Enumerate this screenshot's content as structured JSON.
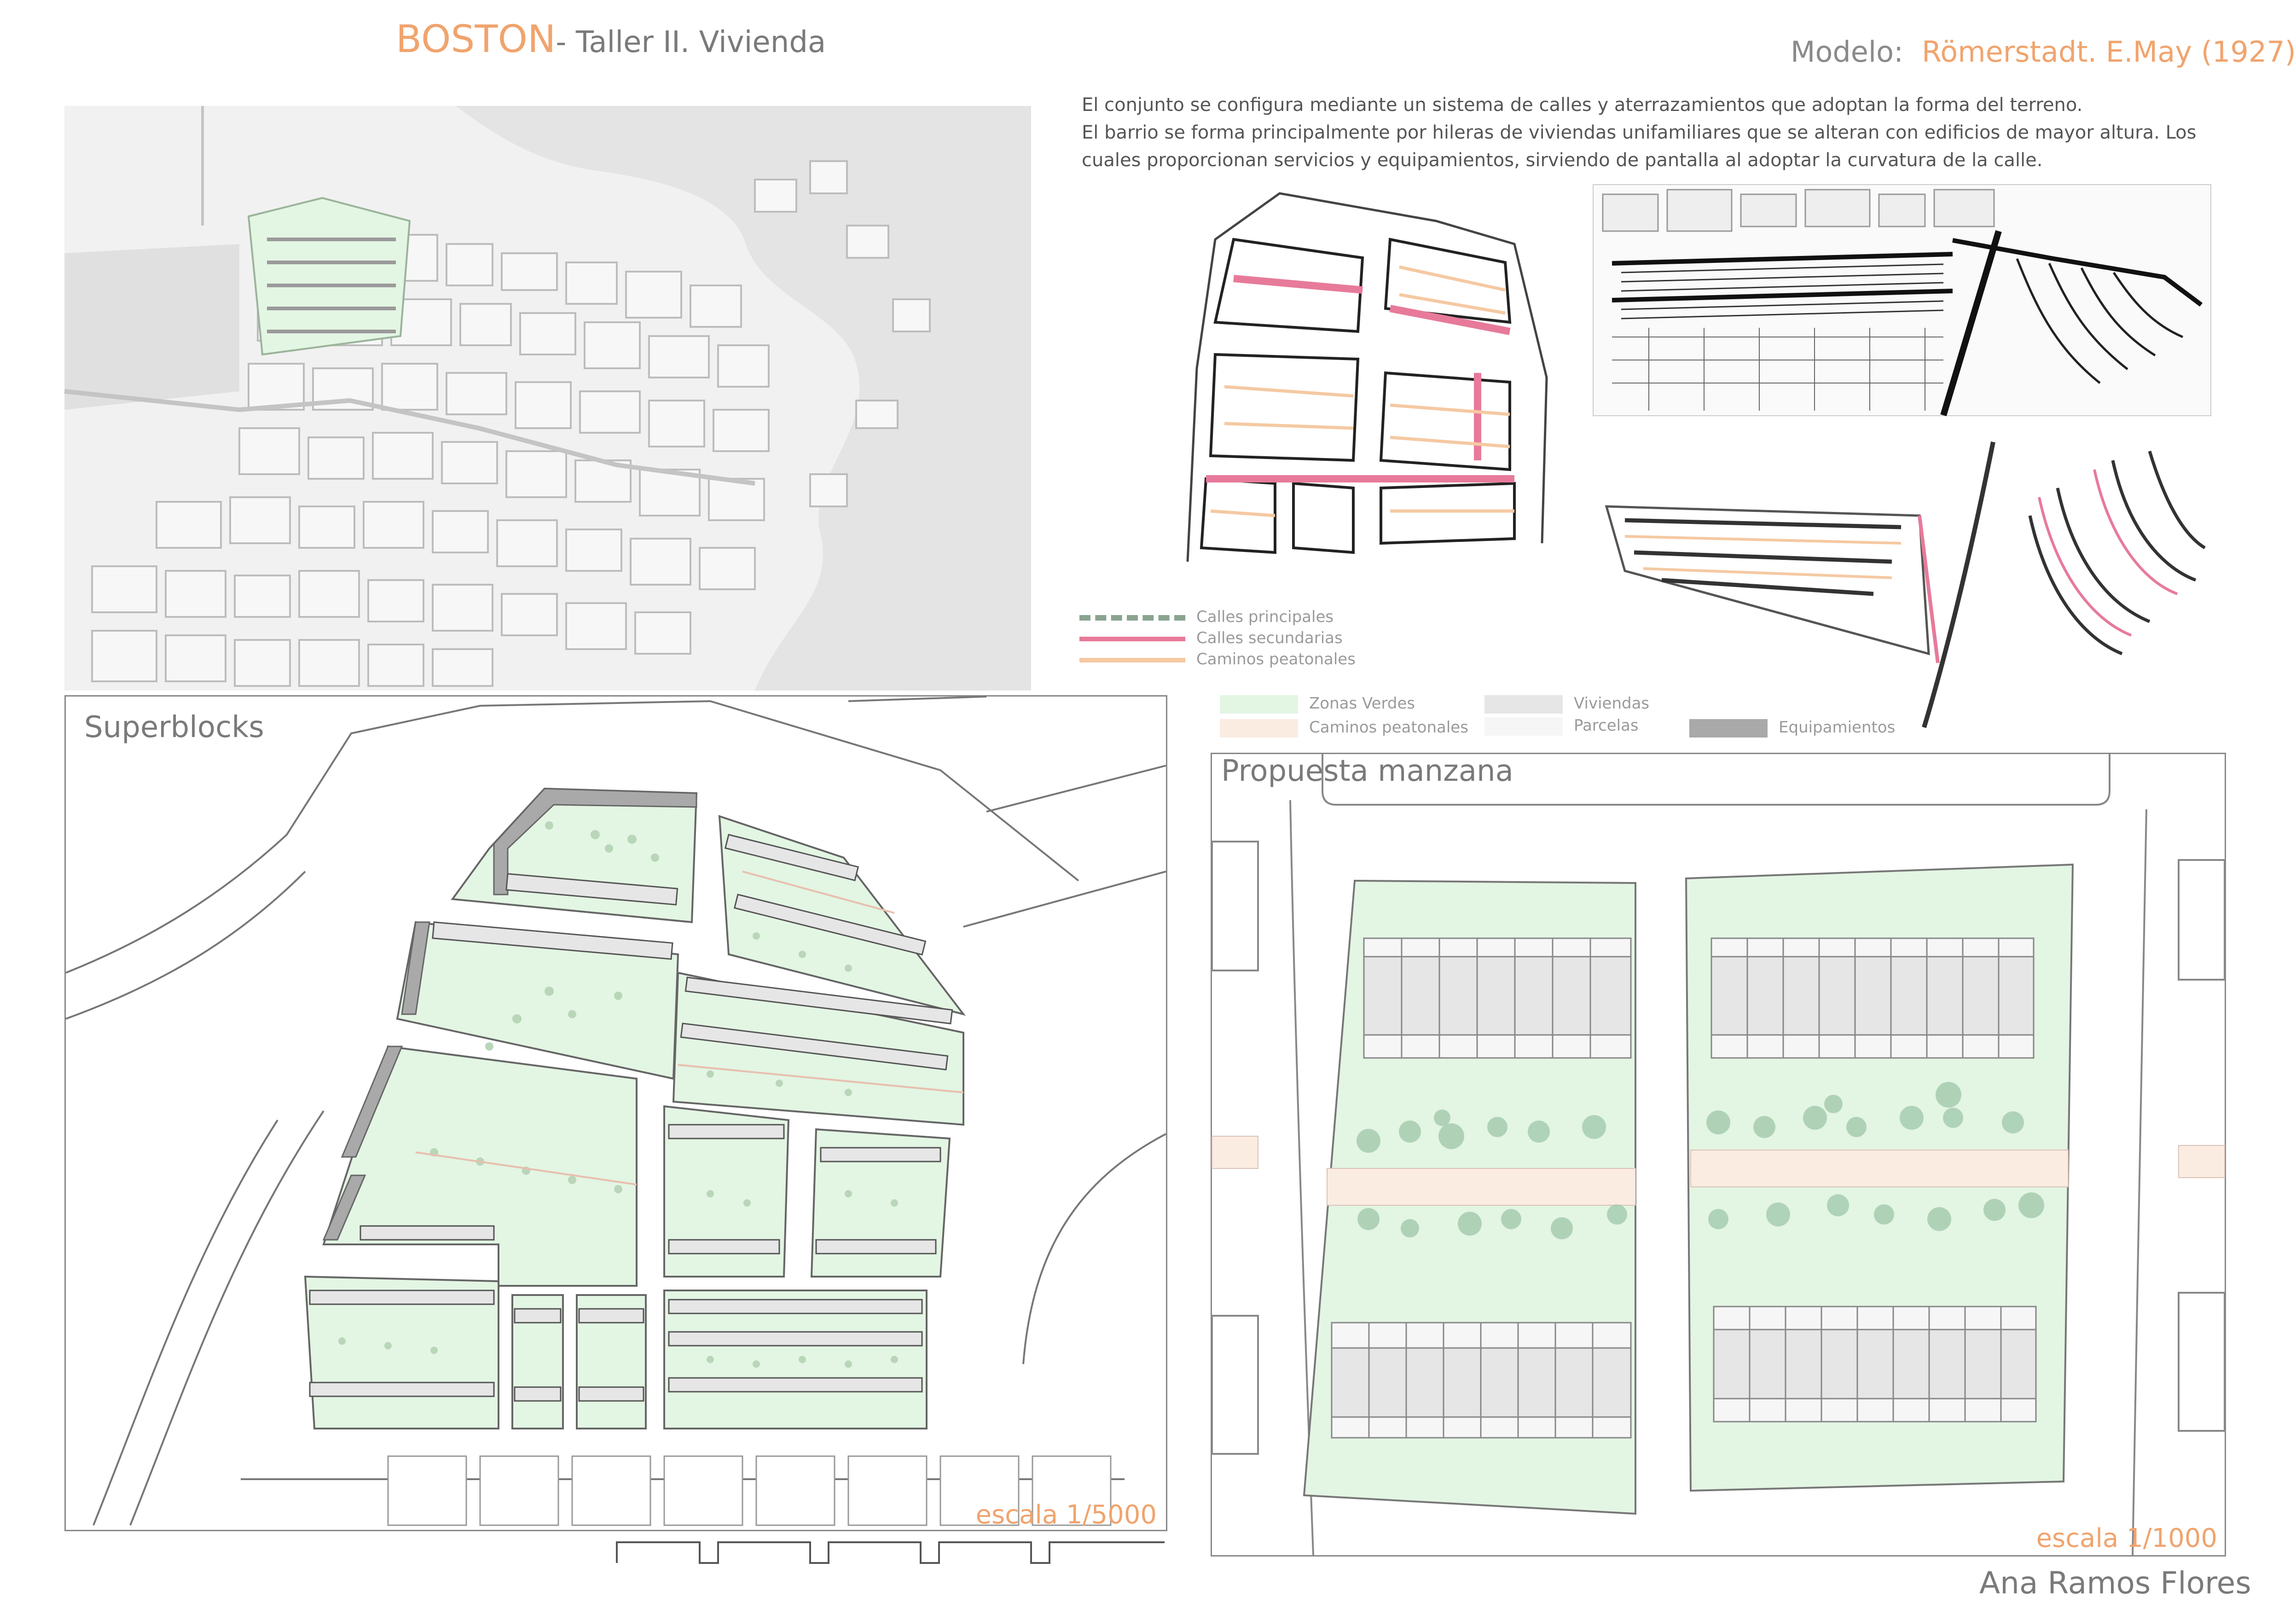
{
  "header": {
    "title_main": "BOSTON",
    "title_rest": "- Taller II.  Vivienda",
    "modelo_label": "Modelo:",
    "modelo_value": "Römerstadt. E.May (1927)"
  },
  "description": {
    "line1": "El conjunto se configura mediante un sistema de calles y aterrazamientos que adoptan la forma del terreno.",
    "line2": "El barrio se forma principalmente por hileras de viviendas unifamiliares que se alteran con edificios de mayor altura. Los cuales proporcionan servicios y equipamientos, sirviendo de pantalla al adoptar la curvatura de la calle."
  },
  "street_legend": [
    {
      "label": "Calles principales",
      "color": "#8aa38f"
    },
    {
      "label": "Calles secundarias",
      "color": "#e77a9a"
    },
    {
      "label": "Caminos peatonales",
      "color": "#f5c9a2"
    }
  ],
  "zone_legend": [
    {
      "label": "Zonas Verdes",
      "color": "#e3f5e3"
    },
    {
      "label": "Caminos peatonales",
      "color": "#fbece2"
    },
    {
      "label": "Viviendas",
      "color": "#e6e6e6"
    },
    {
      "label": "Parcelas",
      "color": "#f6f6f6"
    },
    {
      "label": "Equipamientos",
      "color": "#a9a9a9"
    }
  ],
  "panels": {
    "superblocks": {
      "label": "Superblocks",
      "scale": "escala 1/5000"
    },
    "manzana": {
      "label": "Propuesta manzana",
      "scale": "escala 1/1000"
    }
  },
  "author": "Ana Ramos Flores",
  "colors": {
    "accent": "#f0a46e",
    "green_zone": "#e3f5e3",
    "pedestrian": "#fbece2",
    "housing": "#e6e6e6",
    "equipment": "#a9a9a9",
    "secondary_street": "#e77a9a"
  }
}
